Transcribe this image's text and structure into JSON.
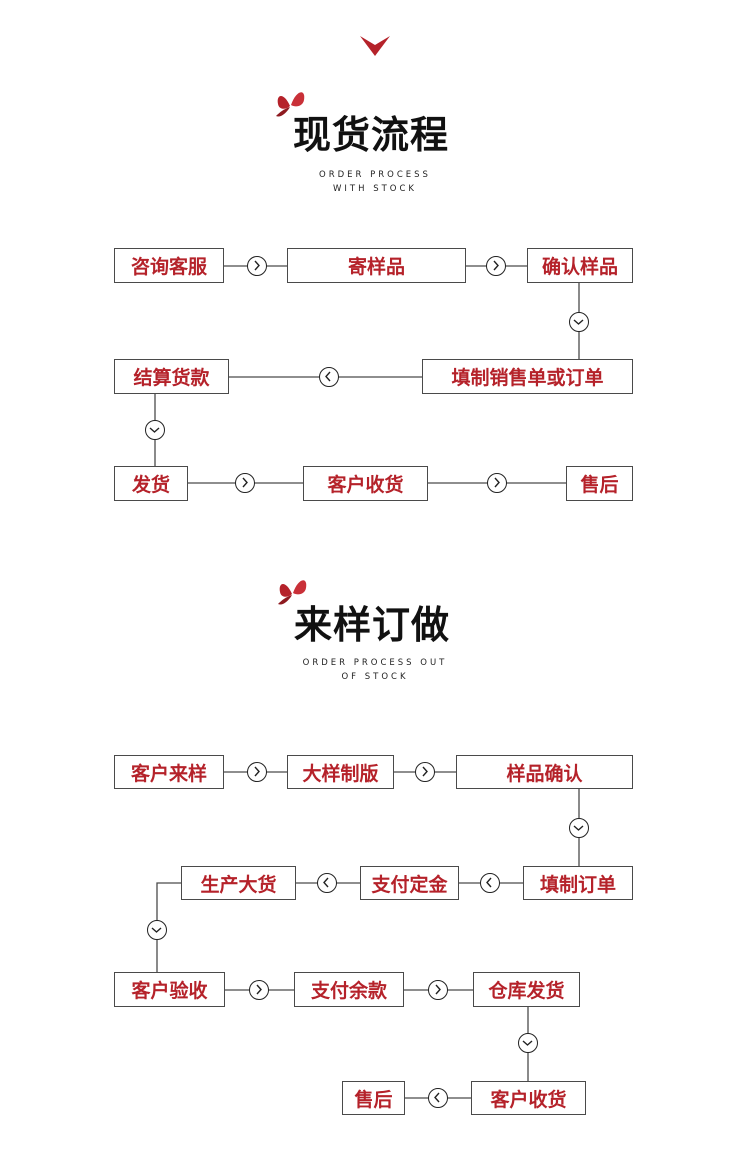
{
  "colors": {
    "accent": "#b5222a",
    "line": "#4a4a4a",
    "text": "#111111"
  },
  "top_marker_icon": "chevron-down-icon",
  "section_stock": {
    "title": "现货流程",
    "subtitle_line1": "ORDER PROCESS",
    "subtitle_line2": "WITH STOCK",
    "steps": {
      "consult": "咨询客服",
      "send_sample": "寄样品",
      "confirm_sample": "确认样品",
      "fill_order": "填制销售单或订单",
      "settle_payment": "结算货款",
      "ship": "发货",
      "customer_receive": "客户收货",
      "after_sale": "售后"
    }
  },
  "section_custom": {
    "title": "来样订做",
    "subtitle_line1": "ORDER PROCESS OUT",
    "subtitle_line2": "OF STOCK",
    "steps": {
      "customer_sample": "客户来样",
      "large_sample": "大样制版",
      "sample_confirm": "样品确认",
      "fill_order": "填制订单",
      "deposit": "支付定金",
      "mass_production": "生产大货",
      "inspection": "客户验收",
      "balance": "支付余款",
      "warehouse_ship": "仓库发货",
      "customer_receive": "客户收货",
      "after_sale": "售后"
    }
  }
}
